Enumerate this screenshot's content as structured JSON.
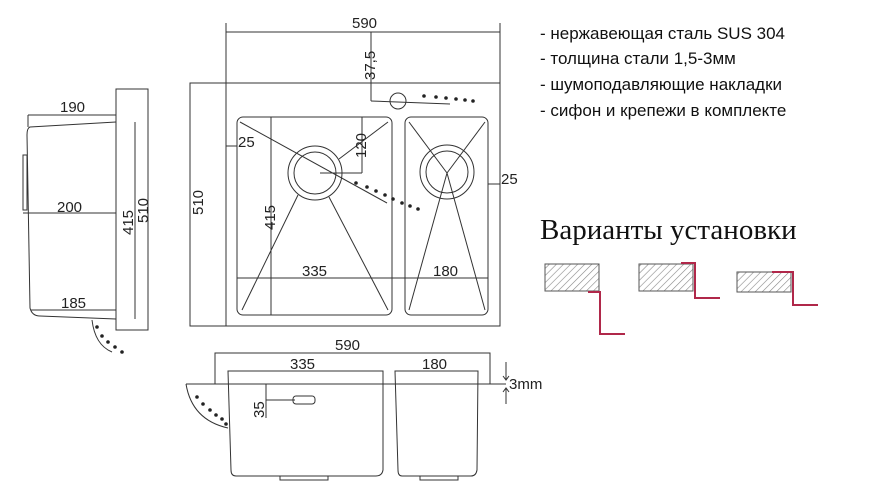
{
  "features": [
    "- нержавеющая сталь SUS 304",
    "- толщина стали 1,5-3мм",
    "- шумоподавляющие накладки",
    "- сифон и крепежи в комплекте"
  ],
  "install_heading": "Варианты установки",
  "install_variants": [
    "undermount",
    "flush",
    "overmount"
  ],
  "top_view": {
    "width": "590",
    "depth": "510",
    "faucet_offset": "37,5",
    "edge_left": "25",
    "edge_right": "25",
    "drain_offset": "120",
    "bowl_depth": "415",
    "bowl_left_width": "335",
    "bowl_right_width": "180"
  },
  "side_view": {
    "top": "190",
    "middle": "200",
    "bottom": "185",
    "inner": "415",
    "outer": "510"
  },
  "front_view": {
    "width": "590",
    "bowl_left": "335",
    "bowl_right": "180",
    "overflow": "35",
    "thickness": "3mm"
  },
  "colors": {
    "line": "#333333",
    "bracket": "#b0284a",
    "hatch": "#777777"
  }
}
